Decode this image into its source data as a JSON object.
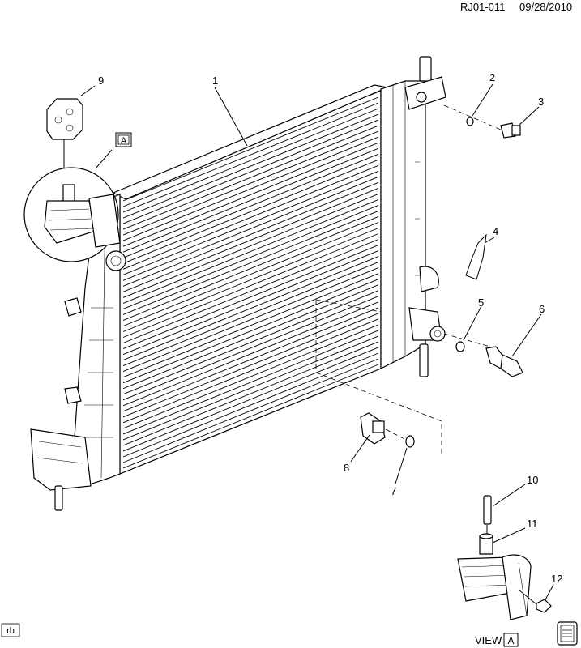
{
  "header": {
    "doc_id": "RJ01-011",
    "date": "09/28/2010"
  },
  "callouts": [
    "1",
    "2",
    "3",
    "4",
    "5",
    "6",
    "7",
    "8",
    "9",
    "10",
    "11",
    "12"
  ],
  "view_marker": {
    "letter": "A"
  },
  "view_label": {
    "text": "VIEW",
    "letter": "A"
  },
  "footer": {
    "author_tag": "rb"
  }
}
